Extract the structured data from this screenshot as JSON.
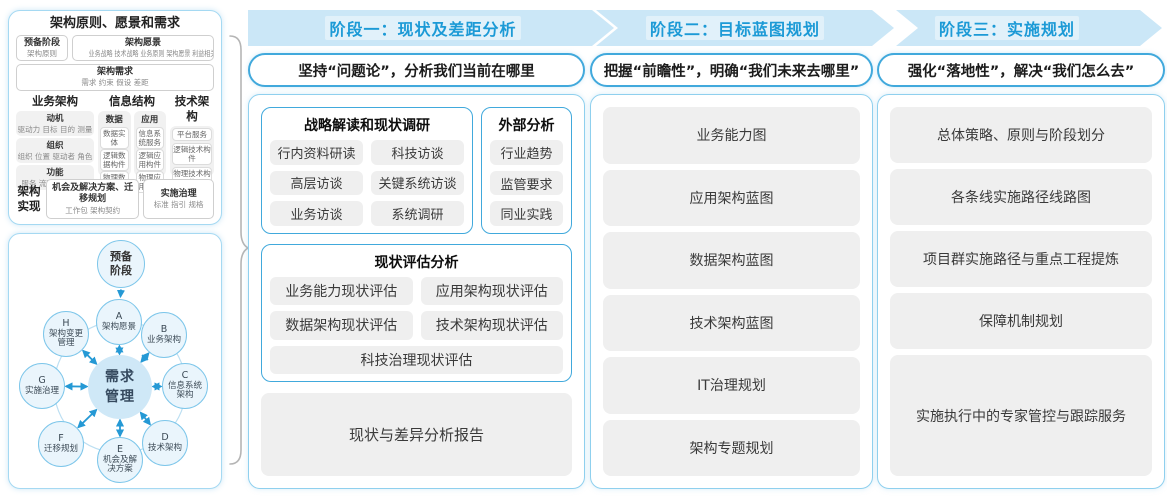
{
  "colors": {
    "accent_blue": "#1c9ad6",
    "banner_bg": "#cbe7f7",
    "strong_border_blue": "#41a9dc",
    "light_border_blue": "#8fd0ee",
    "box_gray": "#efefef"
  },
  "framework": {
    "title": "架构原则、愿景和需求",
    "prep": {
      "title": "预备阶段",
      "sub": "架构原则"
    },
    "vision": {
      "title": "架构愿景",
      "sub": "业务战略 技术战略 业务原则 架构愿景 利益相关者"
    },
    "requirements": {
      "title": "架构需求",
      "sub": "需求  约束  假设  差距"
    },
    "business": {
      "title": "业务架构",
      "items": [
        {
          "title": "动机",
          "sub": "驱动力 目标 目的 测量"
        },
        {
          "title": "组织",
          "sub": "组织 位置 驱动者 角色"
        },
        {
          "title": "功能",
          "sub": "服务 流程 控制 功能"
        }
      ]
    },
    "information": {
      "title": "信息结构",
      "data_col": {
        "title": "数据",
        "items": [
          "数据实体",
          "逻辑数据构件",
          "物理数据构件"
        ]
      },
      "app_col": {
        "title": "应用",
        "items": [
          "信息系统服务",
          "逻辑应用构件",
          "物理应用构件"
        ]
      }
    },
    "technology": {
      "title": "技术架构",
      "items": [
        "平台服务",
        "逻辑技术构件",
        "物理技术构件"
      ]
    },
    "realization": {
      "label": "架构实现",
      "solution": {
        "title": "机会及解决方案、迁移规划",
        "sub": "工作包  架构契约"
      },
      "governance": {
        "title": "实施治理",
        "sub": "标准  指引  规格"
      }
    }
  },
  "adm": {
    "prep": "预备阶段",
    "center": "需求管理",
    "nodes": [
      {
        "letter": "A",
        "label": "架构愿景"
      },
      {
        "letter": "B",
        "label": "业务架构"
      },
      {
        "letter": "C",
        "label": "信息系统架构"
      },
      {
        "letter": "D",
        "label": "技术架构"
      },
      {
        "letter": "E",
        "label": "机会及解决方案"
      },
      {
        "letter": "F",
        "label": "迁移规划"
      },
      {
        "letter": "G",
        "label": "实施治理"
      },
      {
        "letter": "H",
        "label": "架构变更管理"
      }
    ]
  },
  "phases": [
    {
      "title": "阶段一：现状及差距分析",
      "subtitle": "坚持“问题论”，分析我们当前在哪里",
      "groups": [
        {
          "title": "战略解读和现状调研",
          "items": [
            "行内资料研读",
            "科技访谈",
            "高层访谈",
            "关键系统访谈",
            "业务访谈",
            "系统调研"
          ]
        },
        {
          "title": "外部分析",
          "items": [
            "行业趋势",
            "监管要求",
            "同业实践"
          ]
        },
        {
          "title": "现状评估分析",
          "items": [
            "业务能力现状评估",
            "应用架构现状评估",
            "数据架构现状评估",
            "技术架构现状评估",
            "科技治理现状评估"
          ]
        }
      ],
      "report": "现状与差异分析报告"
    },
    {
      "title": "阶段二：目标蓝图规划",
      "subtitle": "把握“前瞻性”，明确“我们未来去哪里”",
      "items": [
        "业务能力图",
        "应用架构蓝图",
        "数据架构蓝图",
        "技术架构蓝图",
        "IT治理规划",
        "架构专题规划"
      ]
    },
    {
      "title": "阶段三：实施规划",
      "subtitle": "强化“落地性”，解决“我们怎么去”",
      "items": [
        "总体策略、原则与阶段划分",
        "各条线实施路径线路图",
        "项目群实施路径与重点工程提炼",
        "保障机制规划",
        "实施执行中的专家管控与跟踪服务"
      ]
    }
  ]
}
